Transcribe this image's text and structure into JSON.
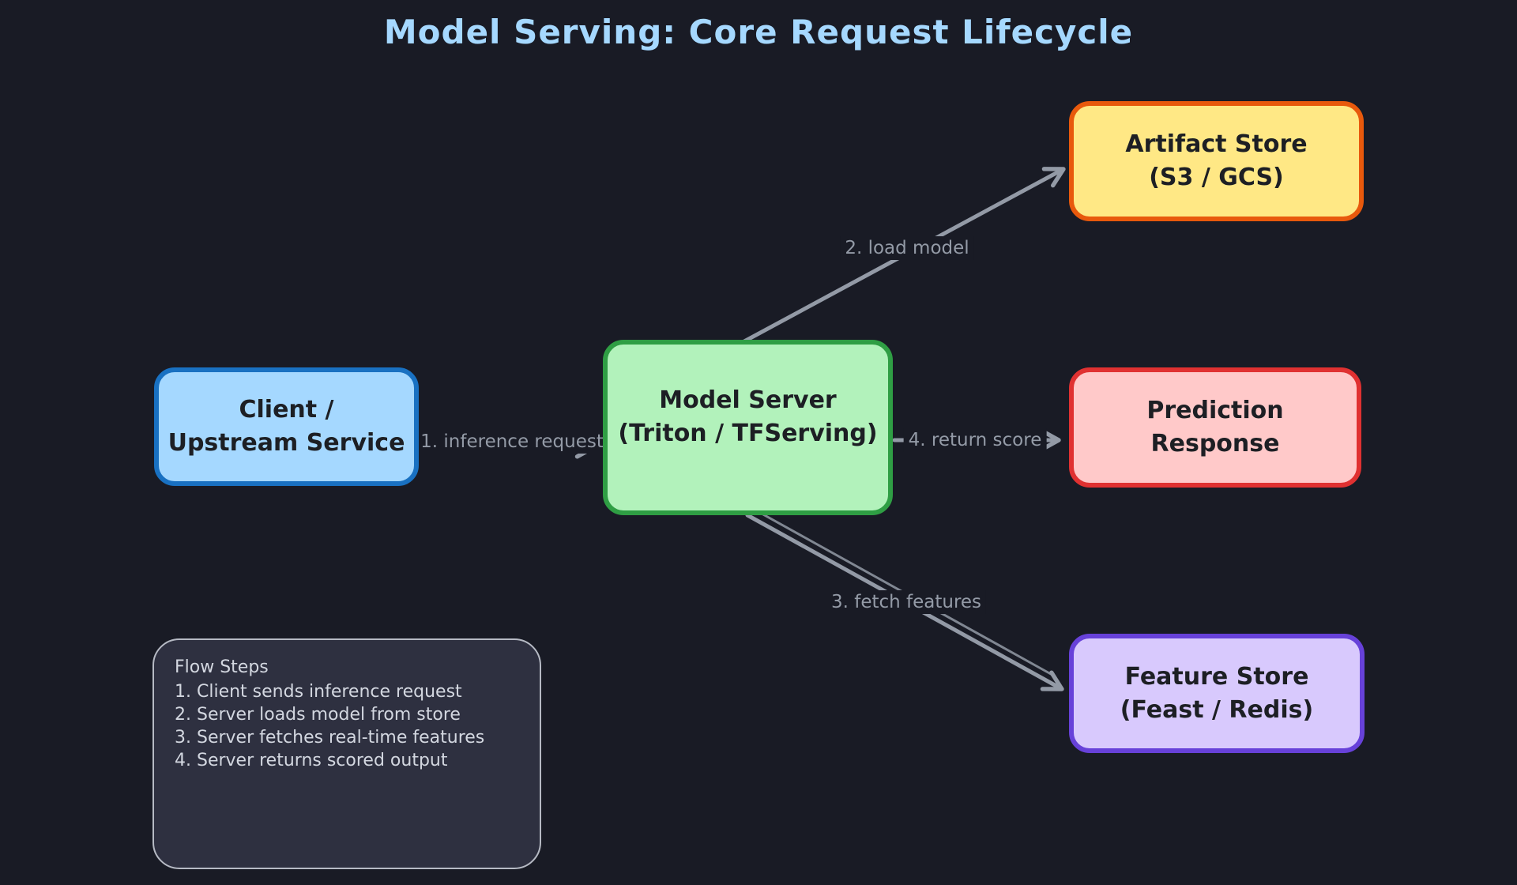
{
  "title": "Model Serving: Core Request Lifecycle",
  "colors": {
    "canvas_background": "#191b25",
    "title_text": "#a5d8ff",
    "arrow_gray": "#939aa6",
    "edge_label_gray": "#949ba7",
    "node_text": "#1d1f24",
    "note_background": "#2e3040",
    "note_border": "#b6bac4",
    "note_text": "#d3d7e0"
  },
  "nodes": {
    "client": {
      "lines": [
        "Client /",
        "Upstream Service"
      ],
      "fill": "#a5d8ff",
      "border": "#1971c2"
    },
    "server": {
      "lines": [
        "Model Server",
        "(Triton / TFServing)"
      ],
      "fill": "#b2f2bb",
      "border": "#2f9e44"
    },
    "artifact": {
      "lines": [
        "Artifact Store",
        "(S3 / GCS)"
      ],
      "fill": "#ffe885",
      "border": "#e8590c"
    },
    "prediction": {
      "lines": [
        "Prediction",
        "Response"
      ],
      "fill": "#ffc9c9",
      "border": "#e03131"
    },
    "feature": {
      "lines": [
        "Feature Store",
        "(Feast / Redis)"
      ],
      "fill": "#d8c9fd",
      "border": "#6741d9"
    }
  },
  "edges": {
    "inference": {
      "label": "1. inference request"
    },
    "load_model": {
      "label": "2. load model"
    },
    "fetch_features": {
      "label": "3. fetch features"
    },
    "return_score": {
      "label": "4. return score"
    }
  },
  "note": {
    "title": "Flow Steps",
    "steps": [
      "1. Client sends inference request",
      "2. Server loads model from store",
      "3. Server fetches real-time features",
      "4. Server returns scored output"
    ]
  }
}
